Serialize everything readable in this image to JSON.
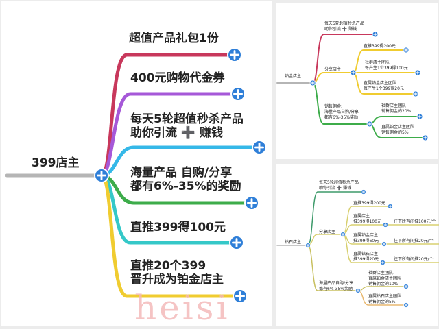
{
  "left_map": {
    "root": "399店主",
    "branches": [
      "超值产品礼包1份",
      "400元购物代金券",
      "每天5轮超值秒杀产品\n助你引流 ➕ 赚钱",
      "海量产品 自购/分享\n都有6%-35%的奖励",
      "直推399得100元",
      "直推20个399\n晋升成为铂金店主"
    ],
    "colors": [
      "#c8385c",
      "#a658d8",
      "#35b8e8",
      "#3dac4a",
      "#35c8c8",
      "#f0cc30"
    ]
  },
  "platinum_map": {
    "root": "铂金店主",
    "b1": "每天5轮超值秒杀产品\n助你引流 ➕ 赚钱",
    "b2": "分享店主",
    "b2_children": [
      "直推399得200元",
      "社群店主团队\n每产生1个399得100元",
      "直属铂金店主团队\n每产生1个399得20元"
    ],
    "b3": "销售佣金:\n海量产品自购/分享\n都有6%-35%奖励",
    "b3_children": [
      "社群店主团队\n销售佣金的20%",
      "直属铂金店主团队\n销售佣金的5%"
    ]
  },
  "diamond_map": {
    "root": "钻石店主",
    "b1": "每天5轮超值秒杀产品\n助你引流 ➕ 赚钱",
    "b2": "分享店主",
    "b2_children": [
      "直推399得200元",
      "直属店主\n推399得100元",
      "直属铂金店主\n推399得60元",
      "直属钻石店主\n推399得20元"
    ],
    "b2_extra": [
      "往下所有间推100元/个",
      "往下所有间推20元/个",
      "往下所有间推20元/个"
    ],
    "b3": "海量产品自购/分享\n都有6%-35%奖励",
    "b3_children": [
      "社群店主团队、\n直属铂金店主团队\n销售佣金的10%",
      "直属钻石店主团队\n销售佣金的5%"
    ]
  },
  "watermark": "heisi"
}
